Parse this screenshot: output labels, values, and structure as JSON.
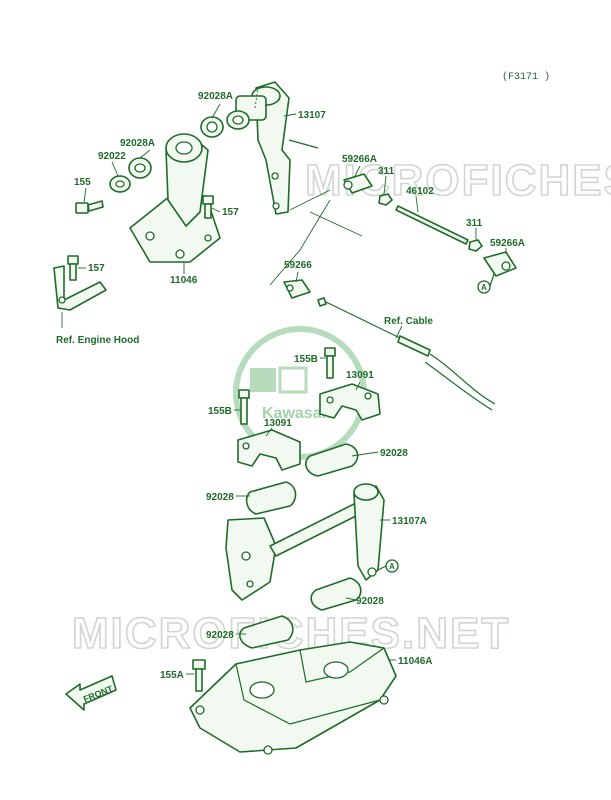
{
  "colors": {
    "ink": "#1f6b2a",
    "watermark": "#cfd6cf",
    "logo": "#7cbf86"
  },
  "diagram_code": "(F3171 )",
  "watermark_text": "MICROFICHES.NET",
  "logo_text": "Kawasaki",
  "front_label": "FRONT",
  "callouts": {
    "p92028A_top": "92028A",
    "p13107": "13107",
    "p92028A_left": "92028A",
    "p92022": "92022",
    "p155": "155",
    "p157_a": "157",
    "p11046": "11046",
    "p157_b": "157",
    "ref_engine_hood": "Ref. Engine Hood",
    "p59266A_top": "59266A",
    "p311_a": "311",
    "p46102": "46102",
    "p311_b": "311",
    "p59266A_right": "59266A",
    "p59266": "59266",
    "ref_cable": "Ref. Cable",
    "p155B_a": "155B",
    "p13091_a": "13091",
    "p155B_b": "155B",
    "p13091_b": "13091",
    "p92028_a": "92028",
    "p92028_b": "92028",
    "p13107A": "13107A",
    "p92028_c": "92028",
    "p92028_d": "92028",
    "p11046A": "11046A",
    "p155A": "155A",
    "marker_a": "A"
  }
}
